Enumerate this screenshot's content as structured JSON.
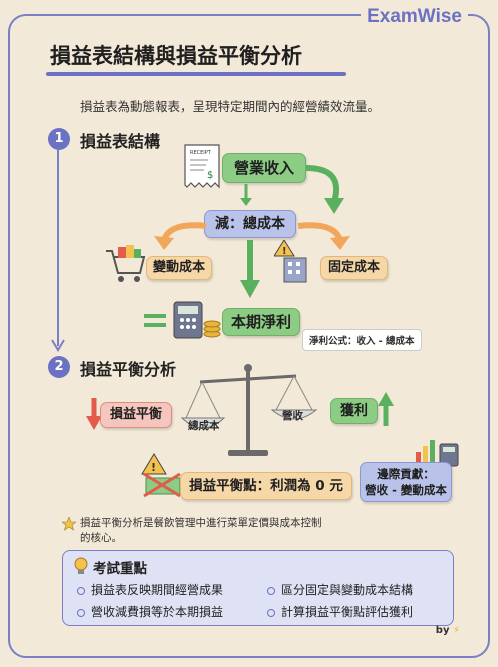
{
  "brand": "ExamWise",
  "title": "損益表結構與損益平衡分析",
  "intro": "損益表為動態報表，呈現特定期間內的經營績效流量。",
  "section1": {
    "num": "1",
    "title": "損益表結構",
    "receipt_label": "RECEIPT",
    "revenue": "營業收入",
    "minus_total_cost": "減：總成本",
    "variable_cost": "變動成本",
    "fixed_cost": "固定成本",
    "net_income": "本期淨利",
    "formula": "淨利公式：收入 - 總成本"
  },
  "section2": {
    "num": "2",
    "title": "損益平衡分析",
    "loss": "損益平衡",
    "scale_left": "總成本",
    "scale_right": "營收",
    "profit": "獲利",
    "breakeven": "損益平衡點：利潤為 0 元",
    "contribution": "邊際貢獻：\n營收 - 變動成本"
  },
  "footnote_line1": "損益平衡分析是餐飲管理中進行菜單定價與成本控制",
  "footnote_line2": "的核心。",
  "keypoints": {
    "title": "考試重點",
    "items": [
      "損益表反映期間經營成果",
      "區分固定與變動成本結構",
      "營收減費損等於本期損益",
      "計算損益平衡點評估獲利"
    ]
  },
  "by": "by",
  "colors": {
    "accent": "#6b72c4",
    "green": "#8ccc84",
    "blue": "#b9c2e8",
    "orange": "#f2a65a",
    "red": "#e25b4b"
  }
}
